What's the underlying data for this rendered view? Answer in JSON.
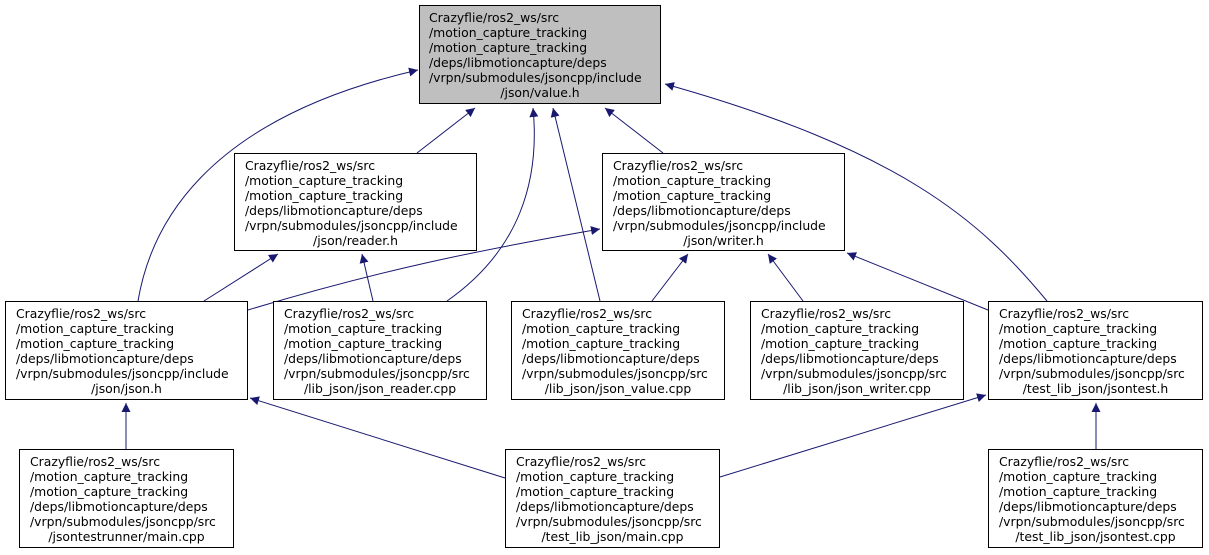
{
  "colors": {
    "edge": "#191970",
    "highlight": "#bfbfbf",
    "border": "#000000"
  },
  "nodes": {
    "value_h": {
      "lines": [
        "Crazyflie/ros2_ws/src",
        "/motion_capture_tracking",
        "/motion_capture_tracking",
        "/deps/libmotioncapture/deps",
        "/vrpn/submodules/jsoncpp/include",
        "/json/value.h"
      ]
    },
    "reader_h": {
      "lines": [
        "Crazyflie/ros2_ws/src",
        "/motion_capture_tracking",
        "/motion_capture_tracking",
        "/deps/libmotioncapture/deps",
        "/vrpn/submodules/jsoncpp/include",
        "/json/reader.h"
      ]
    },
    "writer_h": {
      "lines": [
        "Crazyflie/ros2_ws/src",
        "/motion_capture_tracking",
        "/motion_capture_tracking",
        "/deps/libmotioncapture/deps",
        "/vrpn/submodules/jsoncpp/include",
        "/json/writer.h"
      ]
    },
    "json_h": {
      "lines": [
        "Crazyflie/ros2_ws/src",
        "/motion_capture_tracking",
        "/motion_capture_tracking",
        "/deps/libmotioncapture/deps",
        "/vrpn/submodules/jsoncpp/include",
        "/json/json.h"
      ]
    },
    "json_reader_cpp": {
      "lines": [
        "Crazyflie/ros2_ws/src",
        "/motion_capture_tracking",
        "/motion_capture_tracking",
        "/deps/libmotioncapture/deps",
        "/vrpn/submodules/jsoncpp/src",
        "/lib_json/json_reader.cpp"
      ]
    },
    "json_value_cpp": {
      "lines": [
        "Crazyflie/ros2_ws/src",
        "/motion_capture_tracking",
        "/motion_capture_tracking",
        "/deps/libmotioncapture/deps",
        "/vrpn/submodules/jsoncpp/src",
        "/lib_json/json_value.cpp"
      ]
    },
    "json_writer_cpp": {
      "lines": [
        "Crazyflie/ros2_ws/src",
        "/motion_capture_tracking",
        "/motion_capture_tracking",
        "/deps/libmotioncapture/deps",
        "/vrpn/submodules/jsoncpp/src",
        "/lib_json/json_writer.cpp"
      ]
    },
    "jsontest_h": {
      "lines": [
        "Crazyflie/ros2_ws/src",
        "/motion_capture_tracking",
        "/motion_capture_tracking",
        "/deps/libmotioncapture/deps",
        "/vrpn/submodules/jsoncpp/src",
        "/test_lib_json/jsontest.h"
      ]
    },
    "runner_main_cpp": {
      "lines": [
        "Crazyflie/ros2_ws/src",
        "/motion_capture_tracking",
        "/motion_capture_tracking",
        "/deps/libmotioncapture/deps",
        "/vrpn/submodules/jsoncpp/src",
        "/jsontestrunner/main.cpp"
      ]
    },
    "test_main_cpp": {
      "lines": [
        "Crazyflie/ros2_ws/src",
        "/motion_capture_tracking",
        "/motion_capture_tracking",
        "/deps/libmotioncapture/deps",
        "/vrpn/submodules/jsoncpp/src",
        "/test_lib_json/main.cpp"
      ]
    },
    "jsontest_cpp": {
      "lines": [
        "Crazyflie/ros2_ws/src",
        "/motion_capture_tracking",
        "/motion_capture_tracking",
        "/deps/libmotioncapture/deps",
        "/vrpn/submodules/jsoncpp/src",
        "/test_lib_json/jsontest.cpp"
      ]
    }
  },
  "edges": [
    [
      "json_h",
      "value_h"
    ],
    [
      "reader_h",
      "value_h"
    ],
    [
      "json_reader_cpp",
      "value_h"
    ],
    [
      "json_value_cpp",
      "value_h"
    ],
    [
      "writer_h",
      "value_h"
    ],
    [
      "jsontest_h",
      "value_h"
    ],
    [
      "json_h",
      "reader_h"
    ],
    [
      "json_reader_cpp",
      "reader_h"
    ],
    [
      "json_h",
      "writer_h"
    ],
    [
      "json_value_cpp",
      "writer_h"
    ],
    [
      "json_writer_cpp",
      "writer_h"
    ],
    [
      "jsontest_h",
      "writer_h"
    ],
    [
      "runner_main_cpp",
      "json_h"
    ],
    [
      "test_main_cpp",
      "json_h"
    ],
    [
      "test_main_cpp",
      "jsontest_h"
    ],
    [
      "jsontest_cpp",
      "jsontest_h"
    ]
  ]
}
